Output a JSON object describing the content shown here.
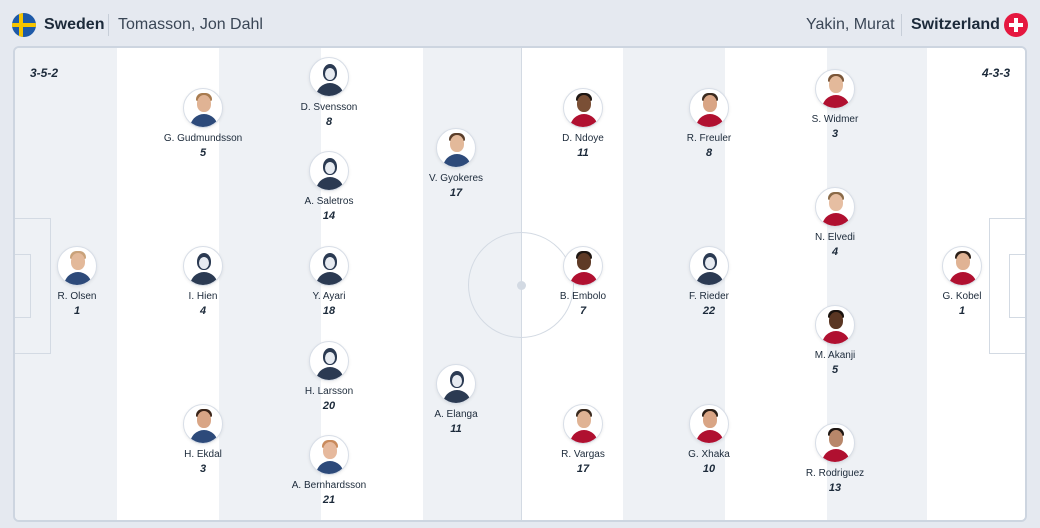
{
  "home": {
    "name": "Sweden",
    "coach": "Tomasson, Jon Dahl",
    "formation": "3-5-2",
    "flag_colors": [
      "#1e5aa8",
      "#f5c400"
    ]
  },
  "away": {
    "name": "Switzerland",
    "coach": "Yakin, Murat",
    "formation": "4-3-3",
    "flag_colors": [
      "#e5173f",
      "#ffffff"
    ]
  },
  "home_players": [
    {
      "name": "R. Olsen",
      "number": "1"
    },
    {
      "name": "G. Gudmundsson",
      "number": "5"
    },
    {
      "name": "I. Hien",
      "number": "4"
    },
    {
      "name": "H. Ekdal",
      "number": "3"
    },
    {
      "name": "D. Svensson",
      "number": "8"
    },
    {
      "name": "A. Saletros",
      "number": "14"
    },
    {
      "name": "Y. Ayari",
      "number": "18"
    },
    {
      "name": "H. Larsson",
      "number": "20"
    },
    {
      "name": "A. Bernhardsson",
      "number": "21"
    },
    {
      "name": "V. Gyokeres",
      "number": "17"
    },
    {
      "name": "A. Elanga",
      "number": "11"
    }
  ],
  "away_players": [
    {
      "name": "D. Ndoye",
      "number": "11"
    },
    {
      "name": "B. Embolo",
      "number": "7"
    },
    {
      "name": "R. Vargas",
      "number": "17"
    },
    {
      "name": "R. Freuler",
      "number": "8"
    },
    {
      "name": "F. Rieder",
      "number": "22"
    },
    {
      "name": "G. Xhaka",
      "number": "10"
    },
    {
      "name": "S. Widmer",
      "number": "3"
    },
    {
      "name": "N. Elvedi",
      "number": "4"
    },
    {
      "name": "M. Akanji",
      "number": "5"
    },
    {
      "name": "R. Rodriguez",
      "number": "13"
    },
    {
      "name": "G. Kobel",
      "number": "1"
    }
  ]
}
